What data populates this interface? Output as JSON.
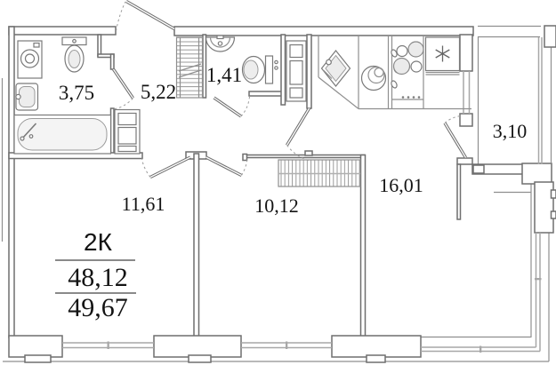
{
  "plan": {
    "title": "apartment-floor-plan",
    "rooms": [
      {
        "name": "bathroom",
        "area": "3,75"
      },
      {
        "name": "hallway",
        "area": "5,22"
      },
      {
        "name": "wc",
        "area": "1,41"
      },
      {
        "name": "room-1",
        "area": "11,61"
      },
      {
        "name": "room-2",
        "area": "10,12"
      },
      {
        "name": "kitchen-living-room",
        "area": "16,01"
      },
      {
        "name": "balcony",
        "area": "3,10"
      }
    ],
    "summary": {
      "type_label": "2К",
      "living_area": "48,12",
      "total_area": "49,67"
    },
    "icons": {
      "refrigerator": "snowflake",
      "wardrobe": "hanger-hatch",
      "closet": "shelf-hatch"
    },
    "colors": {
      "walls": "#6f6f6f",
      "thin_lines": "#8f8f8f",
      "windows": "#a7a7a7",
      "fixture_fill": "#ededed",
      "text": "#141414",
      "background": "#ffffff"
    }
  }
}
